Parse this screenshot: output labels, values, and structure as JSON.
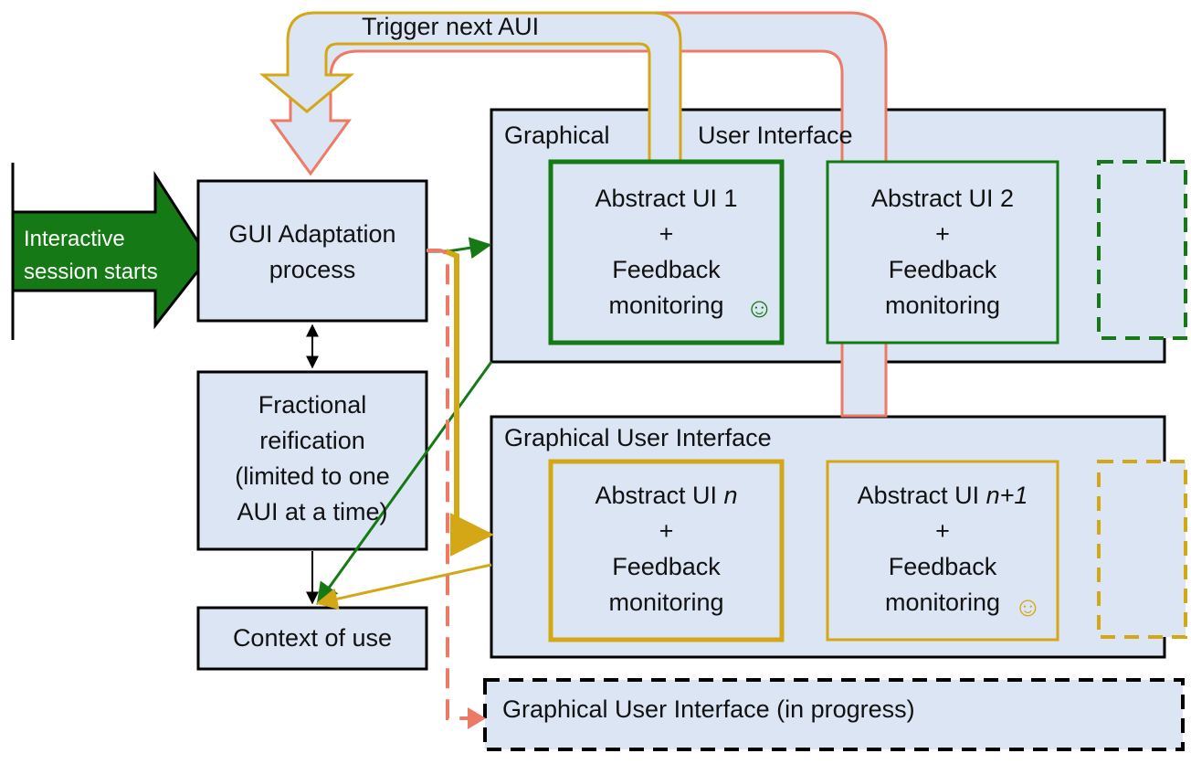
{
  "arrow_top": {
    "label": "Trigger next AUI"
  },
  "start": {
    "line1": "Interactive",
    "line2": "session starts"
  },
  "adaptation": {
    "line1": "GUI Adaptation",
    "line2": "process"
  },
  "reification": {
    "line1": "Fractional",
    "line2": "reification",
    "line3": "(limited to one",
    "line4": "AUI at a time)"
  },
  "context": {
    "label": "Context of use"
  },
  "gui_1": {
    "title_a": "Graphical",
    "title_b": "User Interface",
    "aui_1": {
      "title": "Abstract UI 1",
      "plus": "+",
      "line2": "Feedback",
      "line3": "monitoring"
    },
    "aui_2": {
      "title": "Abstract UI 2",
      "plus": "+",
      "line2": "Feedback",
      "line3": "monitoring"
    }
  },
  "gui_2": {
    "title": "Graphical User Interface",
    "aui_n": {
      "title_prefix": "Abstract UI ",
      "title_var": "n",
      "plus": "+",
      "line2": "Feedback",
      "line3": "monitoring"
    },
    "aui_n1": {
      "title_prefix": "Abstract UI ",
      "title_var": "n+1",
      "plus": "+",
      "line2": "Feedback",
      "line3": "monitoring"
    }
  },
  "gui_3": {
    "title": "Graphical User Interface (in progress)"
  },
  "icons": {
    "smiley_green": "smiley-icon",
    "smiley_gold": "smiley-icon"
  },
  "colors": {
    "box_fill": "#dce5f4",
    "green": "#157a15",
    "gold": "#d4a717",
    "salmon": "#ec7a67",
    "black": "#000000"
  }
}
